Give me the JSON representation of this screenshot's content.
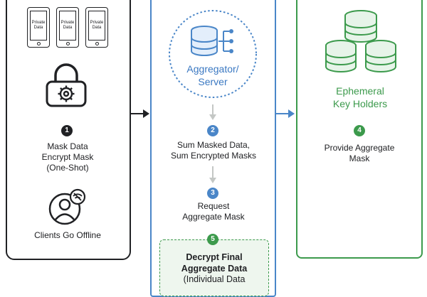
{
  "clients": {
    "phone_label": [
      "Private",
      "Data"
    ],
    "step_number": "1",
    "step_lines": [
      "Mask Data",
      "Encrypt Mask",
      "(One-Shot)"
    ],
    "offline_label": "Clients Go Offline"
  },
  "server": {
    "title_lines": [
      "Aggregator/",
      "Server"
    ],
    "step2": {
      "number": "2",
      "lines": [
        "Sum Masked Data,",
        "Sum Encrypted Masks"
      ]
    },
    "step3": {
      "number": "3",
      "lines": [
        "Request",
        "Aggregate Mask"
      ]
    },
    "step5": {
      "number": "5",
      "lines": [
        "Decrypt Final",
        "Aggregate Data",
        "(Individual Data"
      ]
    }
  },
  "key_holders": {
    "title_lines": [
      "Ephemeral",
      "Key Holders"
    ],
    "step4": {
      "number": "4",
      "lines": [
        "Provide Aggregate",
        "Mask"
      ]
    }
  },
  "colors": {
    "black": "#202124",
    "blue": "#4a86c8",
    "blue_text": "#3a78c2",
    "green": "#3c9a4c",
    "arrow_gray": "#c4c7c5",
    "db_blue_fill": "#e3eefb",
    "db_green_fill": "#e7f4e9"
  }
}
